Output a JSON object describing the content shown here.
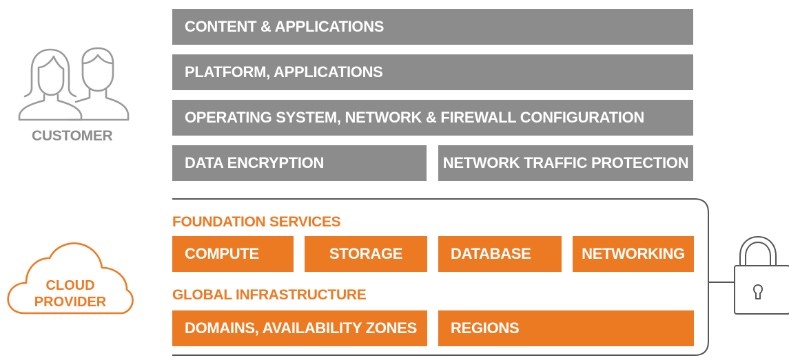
{
  "customer": {
    "label": "CUSTOMER",
    "icon": "people-icon",
    "layers": {
      "content": "CONTENT & APPLICATIONS",
      "platform": "PLATFORM, APPLICATIONS",
      "os": "OPERATING SYSTEM, NETWORK & FIREWALL CONFIGURATION",
      "data_encryption": "DATA ENCRYPTION",
      "network_traffic": "NETWORK TRAFFIC PROTECTION"
    }
  },
  "provider": {
    "label_line1": "CLOUD",
    "label_line2": "PROVIDER",
    "icon": "cloud-icon",
    "foundation": {
      "title": "FOUNDATION SERVICES",
      "items": [
        "COMPUTE",
        "STORAGE",
        "DATABASE",
        "NETWORKING"
      ]
    },
    "infrastructure": {
      "title": "GLOBAL INFRASTRUCTURE",
      "items": [
        "DOMAINS, AVAILABILITY ZONES",
        "REGIONS"
      ]
    }
  },
  "lock_icon": "padlock-icon",
  "colors": {
    "customer_gray": "#8c8c8c",
    "provider_orange": "#ec7a23",
    "outline": "#555555"
  }
}
